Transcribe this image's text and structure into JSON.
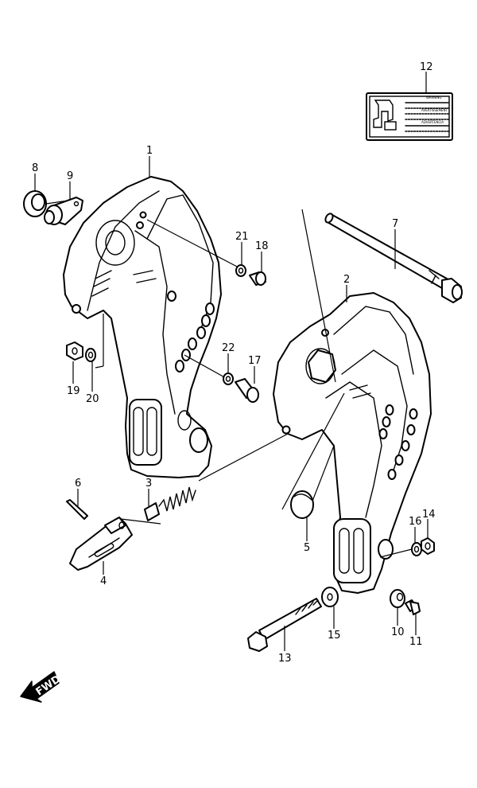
{
  "callouts": [
    {
      "id": "1",
      "text": "1"
    },
    {
      "id": "2",
      "text": "2"
    },
    {
      "id": "3",
      "text": "3"
    },
    {
      "id": "4",
      "text": "4"
    },
    {
      "id": "5",
      "text": "5"
    },
    {
      "id": "6",
      "text": "6"
    },
    {
      "id": "7",
      "text": "7"
    },
    {
      "id": "8",
      "text": "8"
    },
    {
      "id": "9",
      "text": "9"
    },
    {
      "id": "10",
      "text": "10"
    },
    {
      "id": "11",
      "text": "11"
    },
    {
      "id": "12",
      "text": "12"
    },
    {
      "id": "13",
      "text": "13"
    },
    {
      "id": "14",
      "text": "14"
    },
    {
      "id": "15",
      "text": "15"
    },
    {
      "id": "16",
      "text": "16"
    },
    {
      "id": "17",
      "text": "17"
    },
    {
      "id": "18",
      "text": "18"
    },
    {
      "id": "19",
      "text": "19"
    },
    {
      "id": "20",
      "text": "20"
    },
    {
      "id": "21",
      "text": "21"
    },
    {
      "id": "22",
      "text": "22"
    }
  ],
  "label": {
    "line1": "WARNING",
    "line2": "AVERTISSEMENT",
    "line3": "ADVERTENCIA"
  },
  "fwd": {
    "text": "FWD"
  }
}
